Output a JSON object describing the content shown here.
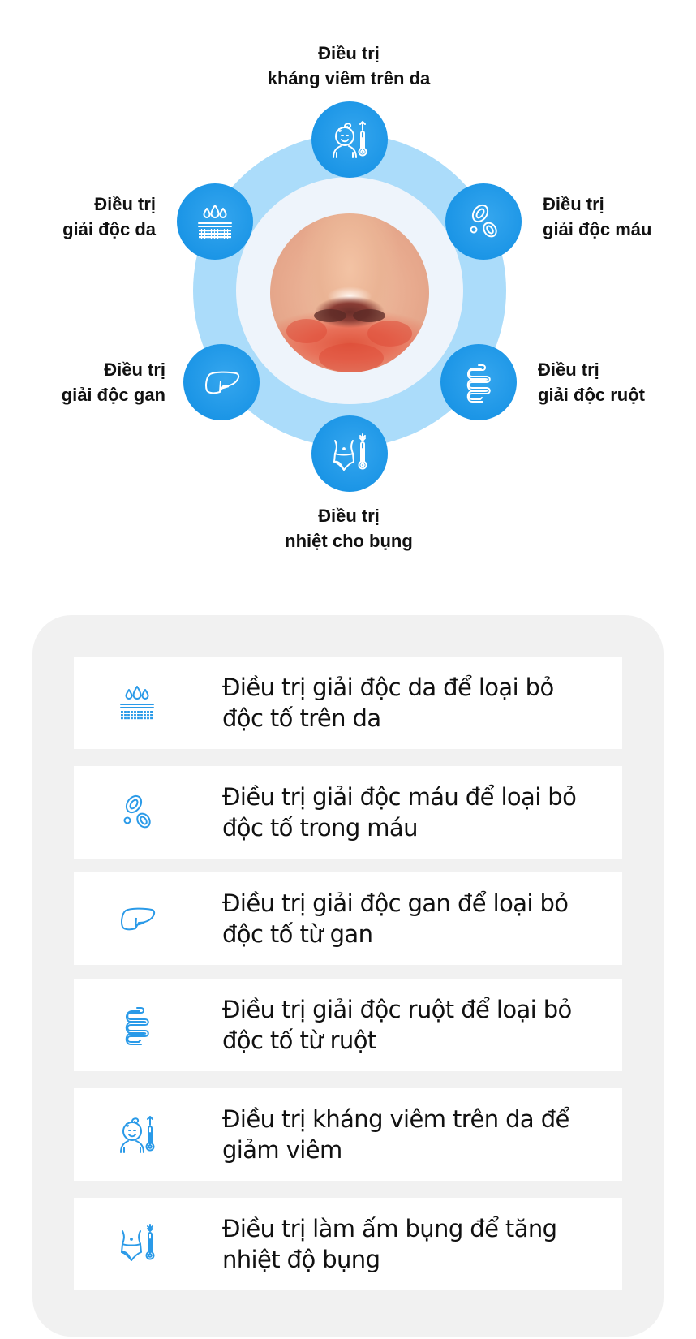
{
  "colors": {
    "node_blue": "#1b95e6",
    "ring_light_blue": "#abdcfa",
    "inner_ring": "#eef4fb",
    "panel_bg": "#f1f1f1",
    "card_bg": "#ffffff",
    "list_icon_blue": "#2a9ae8",
    "text": "#111111"
  },
  "diagram": {
    "center_image": "nose-rash-photo",
    "nodes": [
      {
        "id": "skin-inflammation",
        "icon": "baby-thermometer-up-icon",
        "line1": "Điều trị",
        "line2": "kháng viêm trên da"
      },
      {
        "id": "skin-detox",
        "icon": "water-drops-skin-layers-icon",
        "line1": "Điều trị",
        "line2": "giải độc da"
      },
      {
        "id": "blood-detox",
        "icon": "blood-cells-icon",
        "line1": "Điều trị",
        "line2": "giải độc máu"
      },
      {
        "id": "liver-detox",
        "icon": "liver-icon",
        "line1": "Điều trị",
        "line2": "giải độc gan"
      },
      {
        "id": "intestine-detox",
        "icon": "intestine-icon",
        "line1": "Điều trị",
        "line2": "giải độc ruột"
      },
      {
        "id": "abdomen-heat",
        "icon": "belly-thermometer-down-icon",
        "line1": "Điều trị",
        "line2": "nhiệt cho bụng"
      }
    ]
  },
  "list": {
    "items": [
      {
        "icon": "water-drops-skin-layers-icon",
        "line1": "Điều trị giải độc da để loại bỏ",
        "line2": "độc tố trên da"
      },
      {
        "icon": "blood-cells-icon",
        "line1": "Điều trị giải độc máu để loại bỏ",
        "line2": "độc tố trong máu"
      },
      {
        "icon": "liver-icon",
        "line1": "Điều trị giải độc gan để loại bỏ",
        "line2": "độc tố từ gan"
      },
      {
        "icon": "intestine-icon",
        "line1": "Điều trị giải độc ruột để loại bỏ",
        "line2": "độc tố từ ruột"
      },
      {
        "icon": "baby-thermometer-up-icon",
        "line1": "Điều trị kháng viêm trên da để",
        "line2": "giảm viêm"
      },
      {
        "icon": "belly-thermometer-down-icon",
        "line1": "Điều trị làm ấm bụng để tăng",
        "line2": "nhiệt độ bụng"
      }
    ]
  }
}
